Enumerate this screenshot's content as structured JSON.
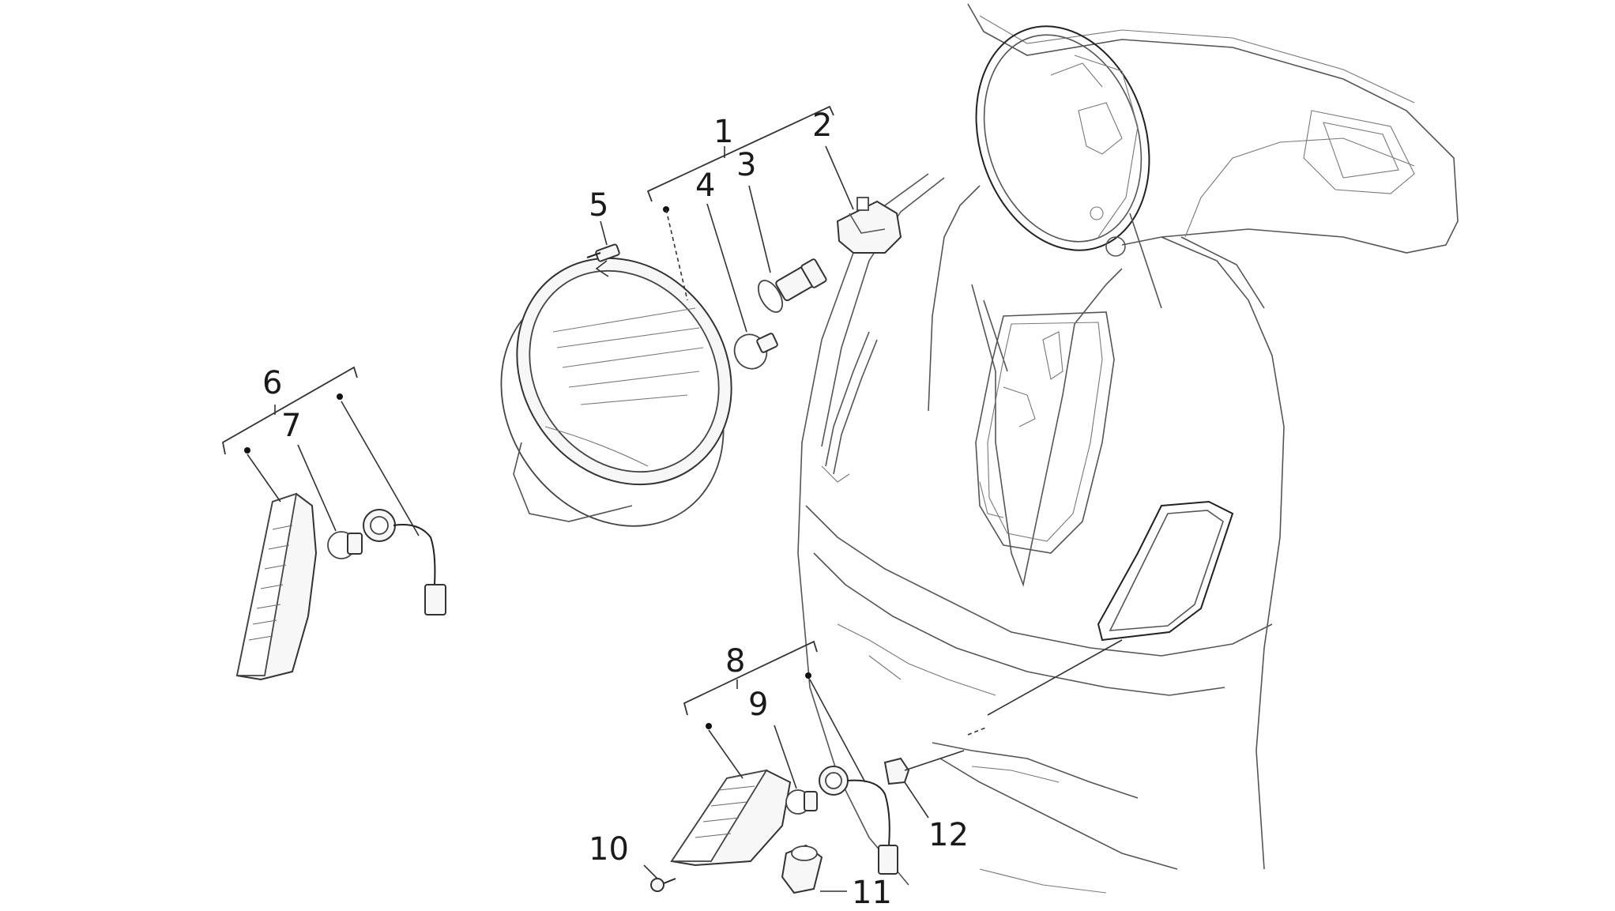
{
  "callouts": {
    "c1": "1",
    "c2": "2",
    "c3": "3",
    "c4": "4",
    "c5": "5",
    "c6": "6",
    "c7": "7",
    "c8": "8",
    "c9": "9",
    "c10": "10",
    "c11": "11",
    "c12": "12"
  },
  "colors": {
    "line": "#333333",
    "background": "#ffffff"
  }
}
